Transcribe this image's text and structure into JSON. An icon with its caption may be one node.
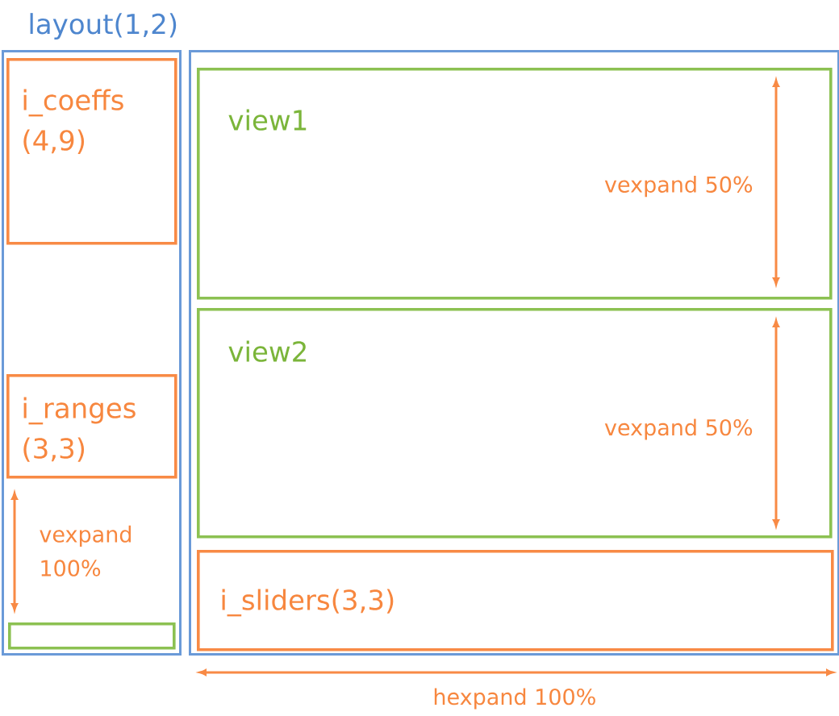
{
  "diagram": {
    "title": "layout(1,2)",
    "nodes": [
      {
        "text": [],
        "shape": "box"
      },
      {
        "text": [
          "i_coeffs (4,9)"
        ],
        "in": 0
      },
      {
        "text": [
          "i_ranges (3,3)"
        ],
        "in": 0
      },
      {
        "text": [],
        "shape": "box",
        "in": 0
      },
      {
        "text": [],
        "shape": "box"
      },
      {
        "text": [
          "view1"
        ],
        "in": 4
      },
      {
        "text": [
          "view2"
        ],
        "in": 4
      },
      {
        "text": [
          "i_sliders(3,3)"
        ],
        "in": 4
      }
    ],
    "labels": [
      "vexpand 50%",
      "vexpand 50%",
      "vexpand 100%",
      "hexpand 100%"
    ]
  }
}
